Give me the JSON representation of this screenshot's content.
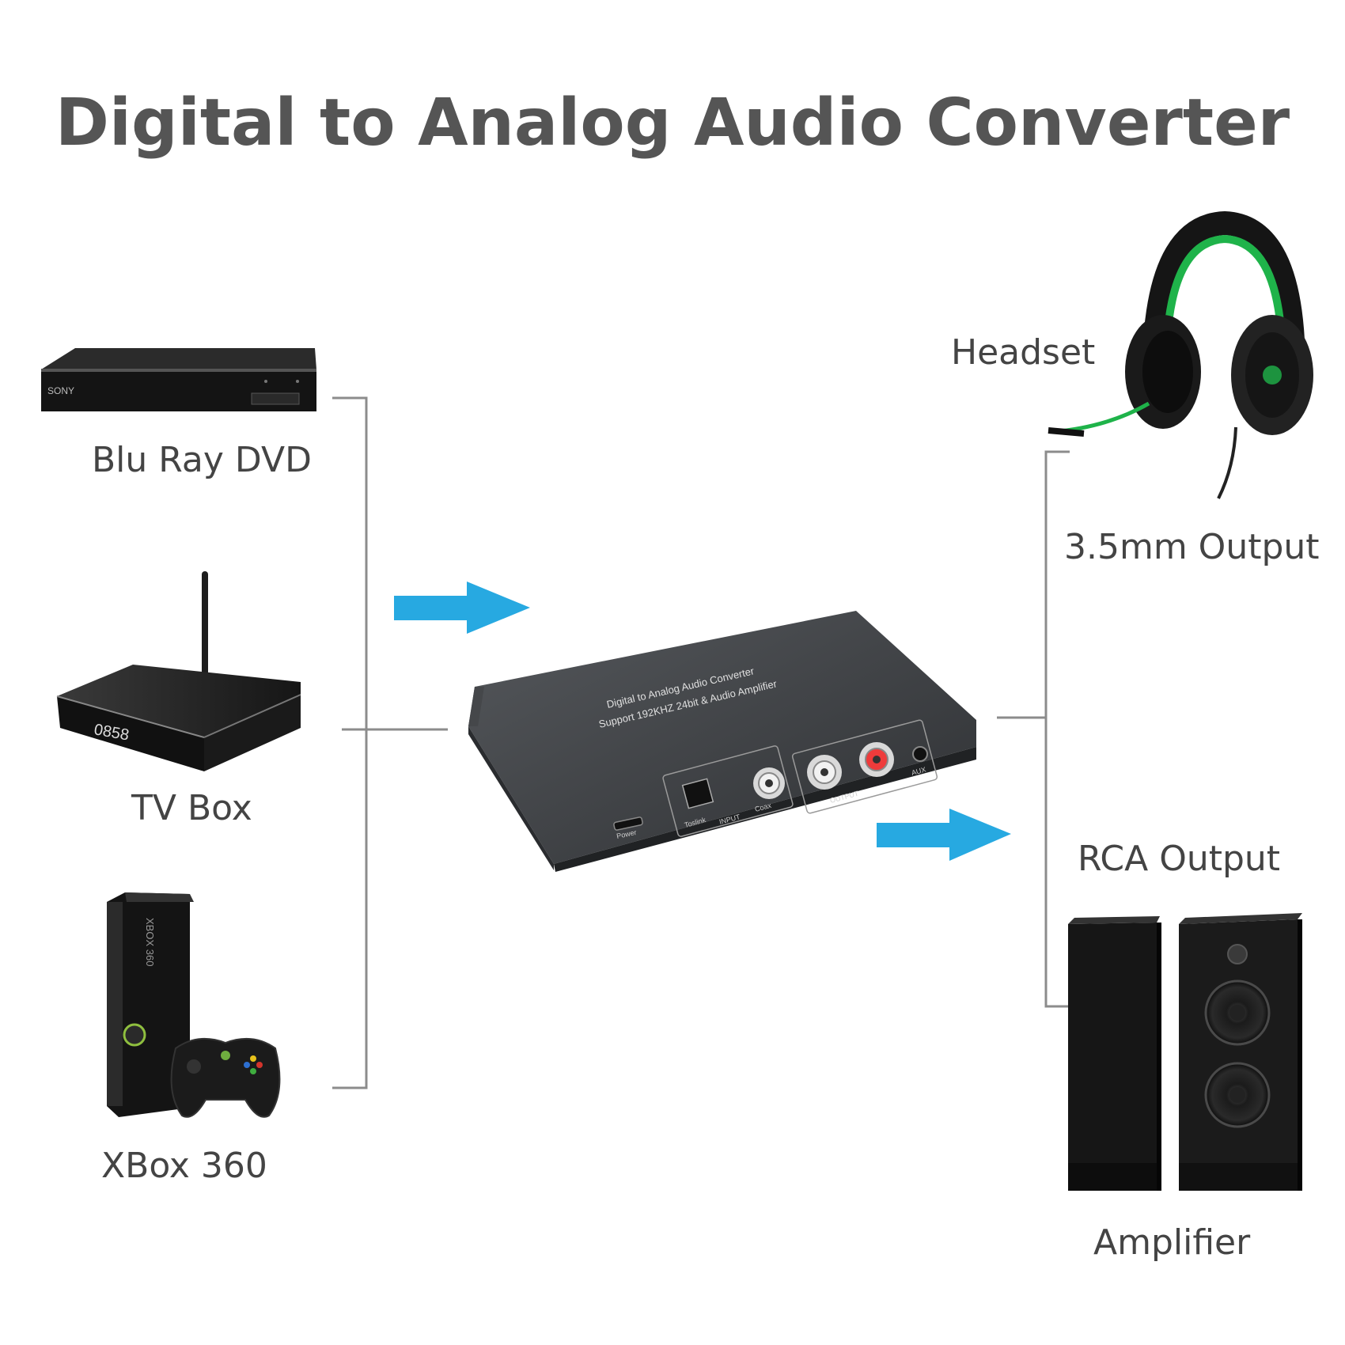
{
  "title": "Digital to Analog Audio Converter",
  "sources": [
    {
      "label": "Blu Ray DVD",
      "icon": "blu-ray-player-icon",
      "brand": "SONY"
    },
    {
      "label": "TV Box",
      "icon": "tv-box-icon",
      "display": "0858"
    },
    {
      "label": "XBox 360",
      "icon": "xbox-360-console-icon",
      "brand": "XBOX 360"
    }
  ],
  "device": {
    "line1": "Digital to Analog Audio Converter",
    "line2": "Support 192KHZ 24bit & Audio Amplifier",
    "port_power": "Power",
    "port_toslink": "Toslink",
    "port_coax": "Coax",
    "group_input": "INPUT",
    "group_output": "OUTPUT",
    "port_aux": "AUX"
  },
  "outputs": [
    {
      "label": "Headset",
      "sublabel": "3.5mm Output",
      "icon": "headset-icon"
    },
    {
      "label": "Amplifier",
      "sublabel": "RCA Output",
      "icon": "speakers-icon"
    }
  ],
  "colors": {
    "arrow": "#27a9e1",
    "line": "#8c8c8c",
    "device": "#3b3d40",
    "headset_accent": "#1fb34a"
  }
}
